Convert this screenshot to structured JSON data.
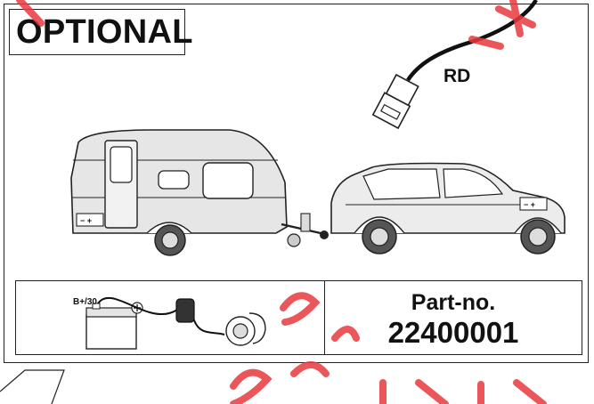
{
  "labels": {
    "optional": "OPTIONAL",
    "wire_color": "RD",
    "battery_terminal": "B+/30",
    "battery_minus_plus": "− +",
    "part_no_label": "Part-no.",
    "part_no_value": "22400001"
  },
  "colors": {
    "watermark": "#e8393f",
    "line": "#222222",
    "caravan_body": "#e6e6e6",
    "car_body": "#ececec"
  },
  "icons": [
    "connector-plug-icon",
    "caravan-icon",
    "car-icon",
    "battery-icon",
    "plus-terminal-icon",
    "socket-icon"
  ]
}
